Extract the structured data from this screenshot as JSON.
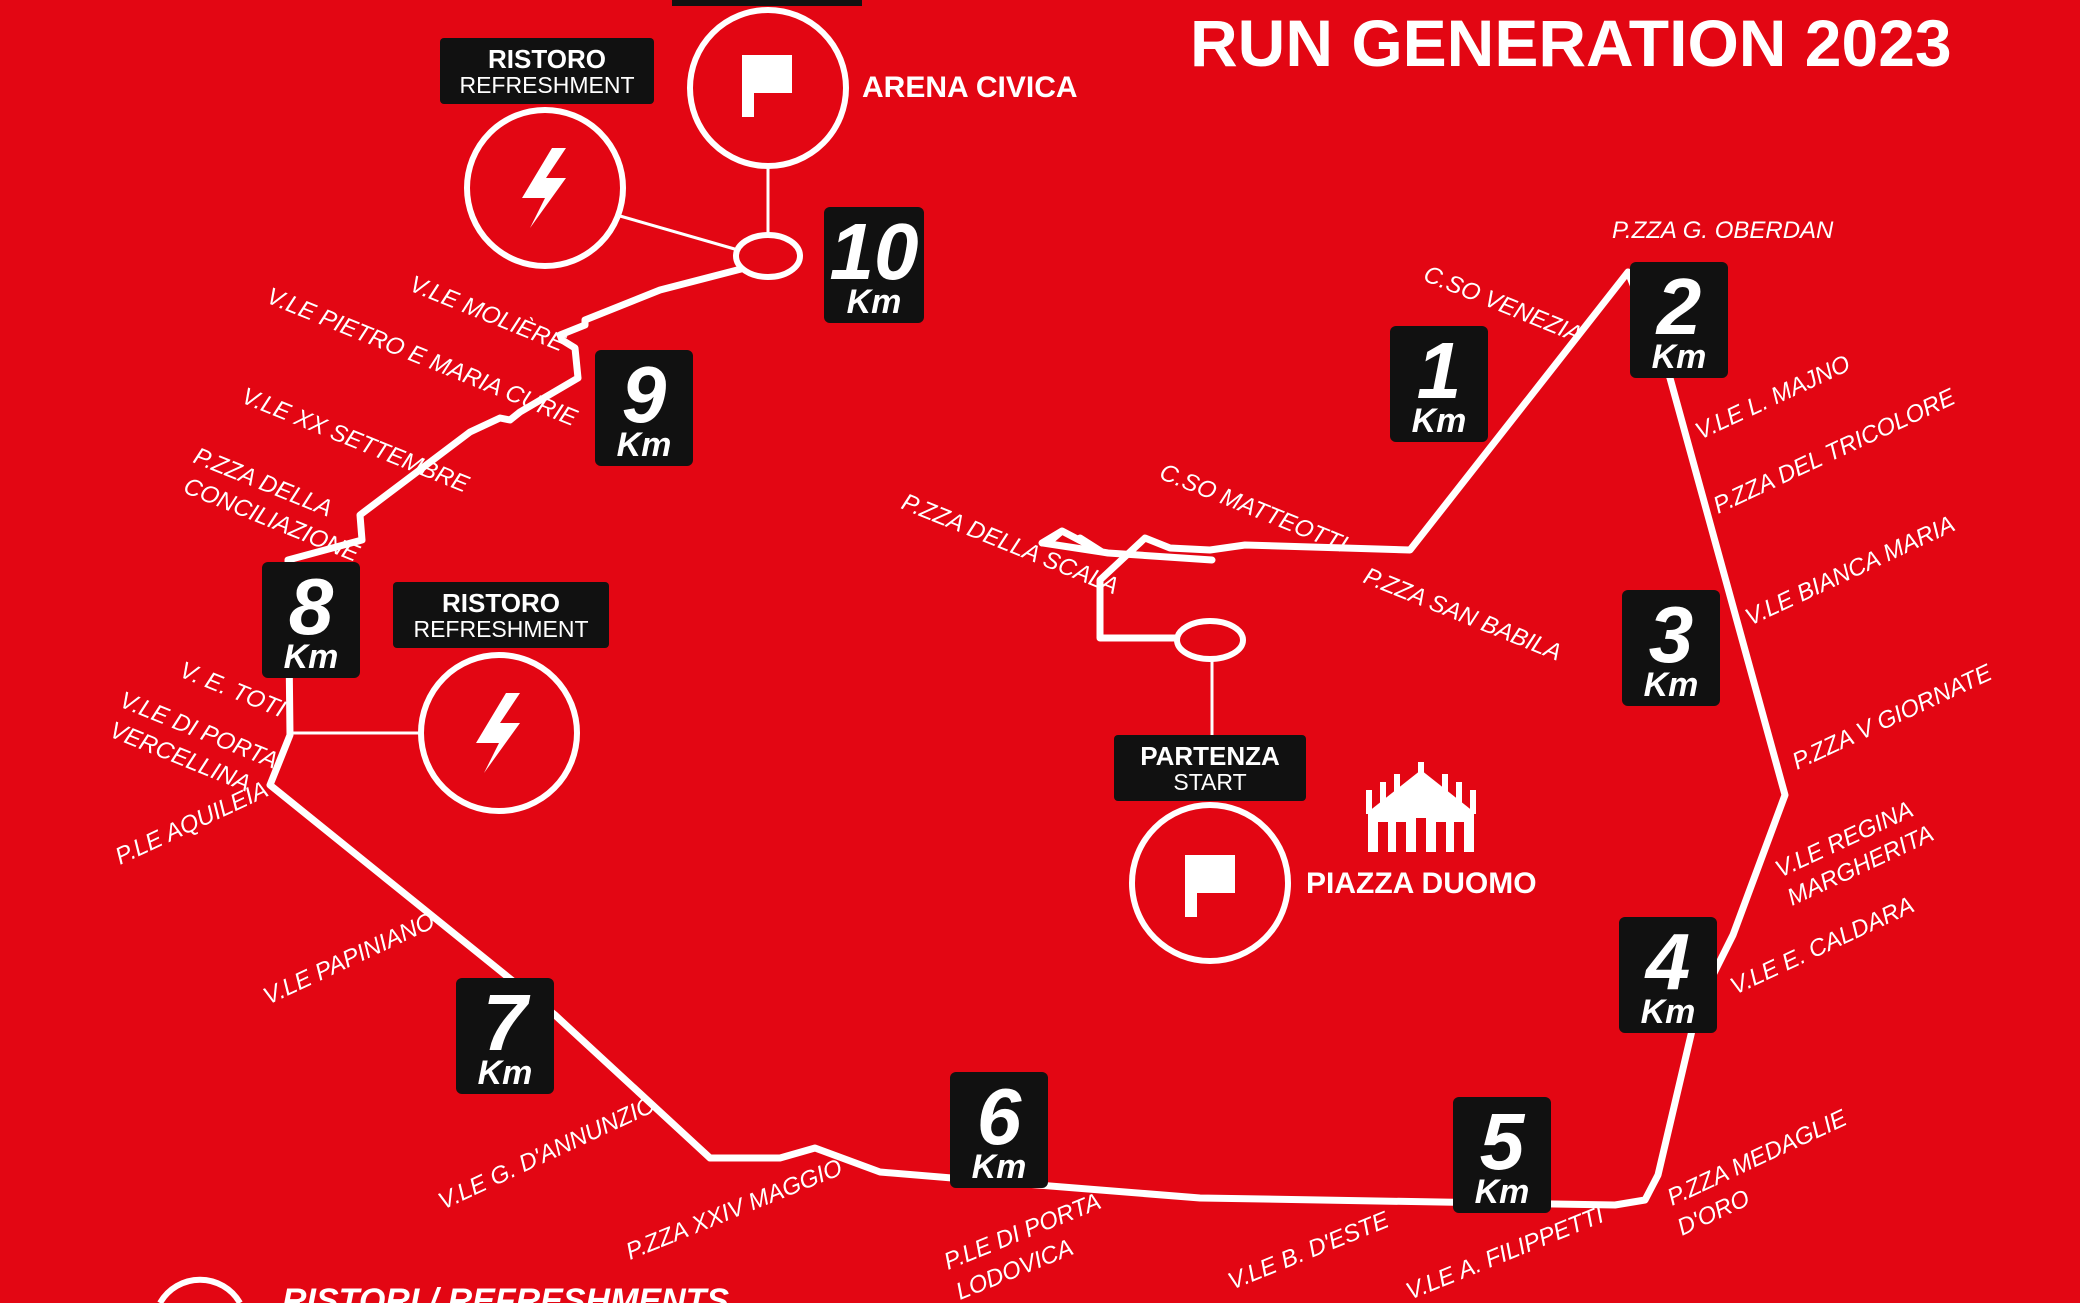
{
  "header": {
    "title": "RUN GENERATION 2023"
  },
  "legend": {
    "text": "RISTORI / REFRESHMENTS"
  },
  "colors": {
    "background": "#e30613",
    "route": "#ffffff",
    "marker": "#111111"
  },
  "places": {
    "arena_civica": "ARENA CIVICA",
    "piazza_duomo": "PIAZZA DUOMO"
  },
  "labels": {
    "start": {
      "bold": "PARTENZA",
      "sub": "START"
    },
    "refreshment": {
      "bold": "RISTORO",
      "sub": "REFRESHMENT"
    }
  },
  "km_markers": [
    {
      "num": "1",
      "unit": "Km"
    },
    {
      "num": "2",
      "unit": "Km"
    },
    {
      "num": "3",
      "unit": "Km"
    },
    {
      "num": "4",
      "unit": "Km"
    },
    {
      "num": "5",
      "unit": "Km"
    },
    {
      "num": "6",
      "unit": "Km"
    },
    {
      "num": "7",
      "unit": "Km"
    },
    {
      "num": "8",
      "unit": "Km"
    },
    {
      "num": "9",
      "unit": "Km"
    },
    {
      "num": "10",
      "unit": "Km"
    }
  ],
  "streets": [
    "P.ZZA G. OBERDAN",
    "C.SO VENEZIA",
    "V.LE L. MAJNO",
    "P.ZZA DEL TRICOLORE",
    "V.LE BIANCA MARIA",
    "P.ZZA V GIORNATE",
    "V.LE REGINA",
    "MARGHERITA",
    "V.LE E. CALDARA",
    "P.ZZA MEDAGLIE",
    "D'ORO",
    "V.LE A. FILIPPETTI",
    "V.LE B. D'ESTE",
    "P.LE DI PORTA",
    "LODOVICA",
    "P.ZZA XXIV MAGGIO",
    "V.LE G. D'ANNUNZIO",
    "V.LE PAPINIANO",
    "P.LE AQUILEIA",
    "V. E. TOTI",
    "V.LE DI PORTA",
    "VERCELLINA",
    "P.ZZA DELLA",
    "CONCILIAZIONE",
    "V.LE XX SETTEMBRE",
    "V.LE PIETRO E MARIA CURIE",
    "V.LE MOLIÈRE",
    "C.SO MATTEOTTI",
    "P.ZZA DELLA SCALA",
    "P.ZZA SAN BABILA"
  ]
}
